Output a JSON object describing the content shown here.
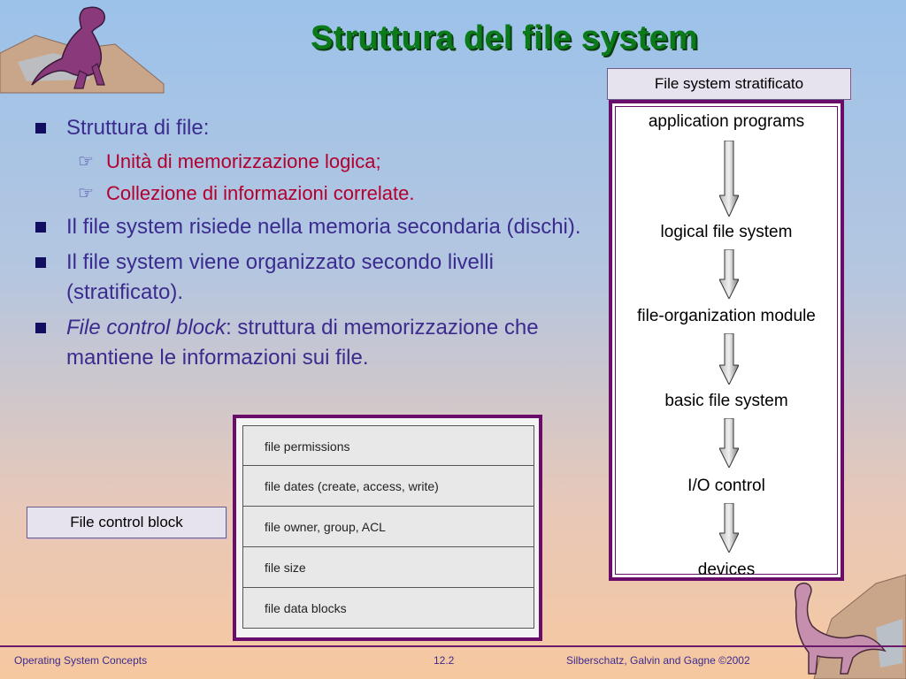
{
  "title": "Struttura del file system",
  "bullets": {
    "b1": "Struttura di file:",
    "b1_sub1": "Unità di memorizzazione logica;",
    "b1_sub2": "Collezione di informazioni correlate.",
    "b2": "Il file system risiede nella memoria secondaria (dischi).",
    "b3": "Il  file system viene organizzato secondo livelli (stratificato).",
    "b4_em": "File control block",
    "b4_rest": ":  struttura di memorizzazione che mantiene le informazioni sui  file."
  },
  "captions": {
    "layered": "File system stratificato",
    "fcb": "File control block"
  },
  "layers": [
    "application programs",
    "logical file system",
    "file-organization module",
    "basic file system",
    "I/O control",
    "devices"
  ],
  "fcb_rows": [
    "file permissions",
    "file dates (create, access, write)",
    "file owner, group, ACL",
    "file size",
    "file data blocks"
  ],
  "footer": {
    "left": "Operating System Concepts",
    "page": "12.2",
    "right": "Silberschatz, Galvin and  Gagne ©2002"
  },
  "colors": {
    "title": "#0a7a1a",
    "bullet_text": "#3b2b8e",
    "sub_bullet_text": "#b3002e",
    "frame": "#6a0c6a"
  }
}
